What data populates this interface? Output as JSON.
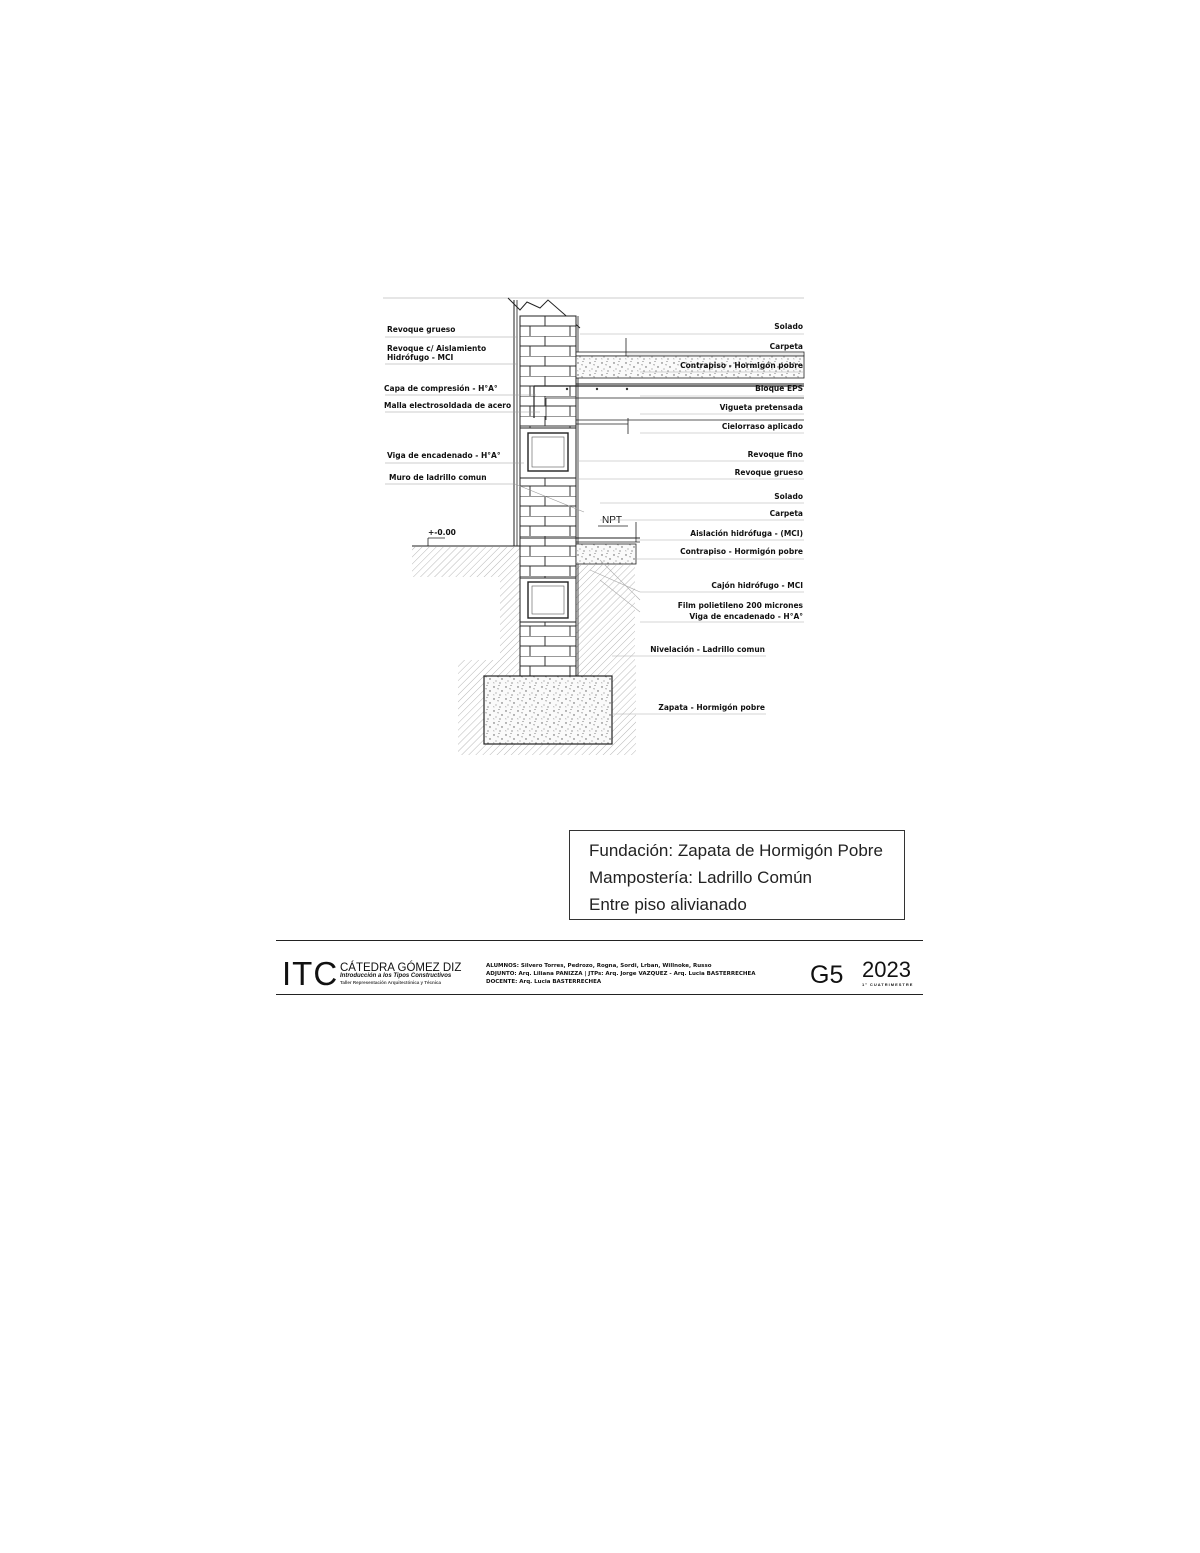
{
  "labels_left": {
    "revoque_grueso": "Revoque grueso",
    "revoque_aislamiento_1": "Revoque c/ Aislamiento",
    "revoque_aislamiento_2": "Hidrófugo - MCI",
    "capa_compresion": "Capa de compresión - H°A°",
    "malla": "Malla electrosoldada de acero",
    "viga_encadenado": "Viga de encadenado - H°A°",
    "muro": "Muro de ladrillo comun",
    "nivel": "+-0.00"
  },
  "labels_right": {
    "solado_1": "Solado",
    "carpeta_1": "Carpeta",
    "contrapiso_1": "Contrapiso - Hormigón pobre",
    "bloque_eps": "Bloque EPS",
    "vigueta": "Vigueta pretensada",
    "cielorraso": "Cielorraso aplicado",
    "revoque_fino": "Revoque fino",
    "revoque_grueso_r": "Revoque grueso",
    "solado_2": "Solado",
    "carpeta_2": "Carpeta",
    "aislacion": "Aislación hidrófuga - (MCI)",
    "contrapiso_2": "Contrapiso - Hormigón pobre",
    "cajon": "Cajón hidrófugo - MCI",
    "film": "Film polietileno 200 micrones",
    "viga_r": "Viga de encadenado - H°A°",
    "nivelacion": "Nivelación - Ladrillo comun",
    "zapata": "Zapata - Hormigón pobre"
  },
  "npt": "NPT",
  "info_box": {
    "line1": "Fundación: Zapata de Hormigón Pobre",
    "line2": "Mampostería: Ladrillo Común",
    "line3": "Entre piso alivianado"
  },
  "footer": {
    "itc": "ITC",
    "catedra": "CÁTEDRA GÓMEZ DIZ",
    "catedra_sub1": "Introducción a los Tipos Constructivos",
    "catedra_sub2": "Taller Representación Arquitectónica y Técnica",
    "alumnos": "ALUMNOS: Silvero Torres, Pedrozo, Rogna, Sordi, Lrban, Willnoke, Russo",
    "adjunto": "ADJUNTO: Arq. Liliana PANIZZA  |  JTPs: Arq. Jorge VAZQUEZ - Arq. Lucia BASTERRECHEA",
    "docente": "DOCENTE: Arq. Lucia BASTERRECHEA",
    "group": "G5",
    "year": "2023",
    "year_sub": "1° CUATRIMESTRE"
  }
}
